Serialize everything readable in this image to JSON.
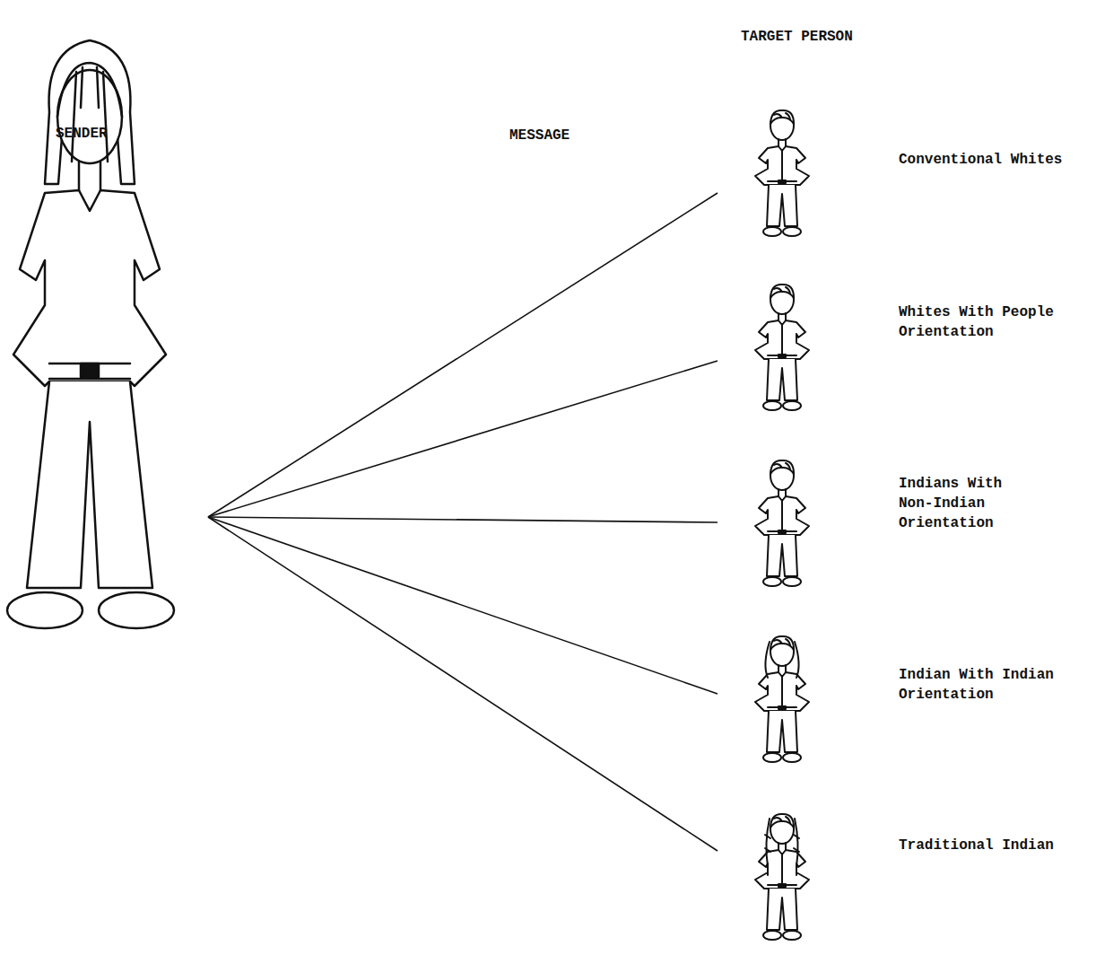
{
  "diagram": {
    "nodes": [
      {
        "text": [
          "SENDER"
        ]
      },
      {
        "text": [
          "Conventional Whites"
        ]
      },
      {
        "text": [
          "Whites With People Orientation"
        ]
      },
      {
        "text": [
          "Indians With Non-Indian Orientation"
        ]
      },
      {
        "text": [
          "Indian With Indian Orientation"
        ]
      },
      {
        "text": [
          "Traditional Indian"
        ]
      }
    ],
    "edges": [
      {
        "from": 0,
        "to": 1,
        "arrow": "none"
      },
      {
        "from": 0,
        "to": 2,
        "arrow": "none"
      },
      {
        "from": 0,
        "to": 3,
        "arrow": "none"
      },
      {
        "from": 0,
        "to": 4,
        "arrow": "none"
      },
      {
        "from": 0,
        "to": 5,
        "arrow": "none"
      }
    ],
    "labels": [
      "TARGET PERSON",
      "MESSAGE"
    ]
  }
}
